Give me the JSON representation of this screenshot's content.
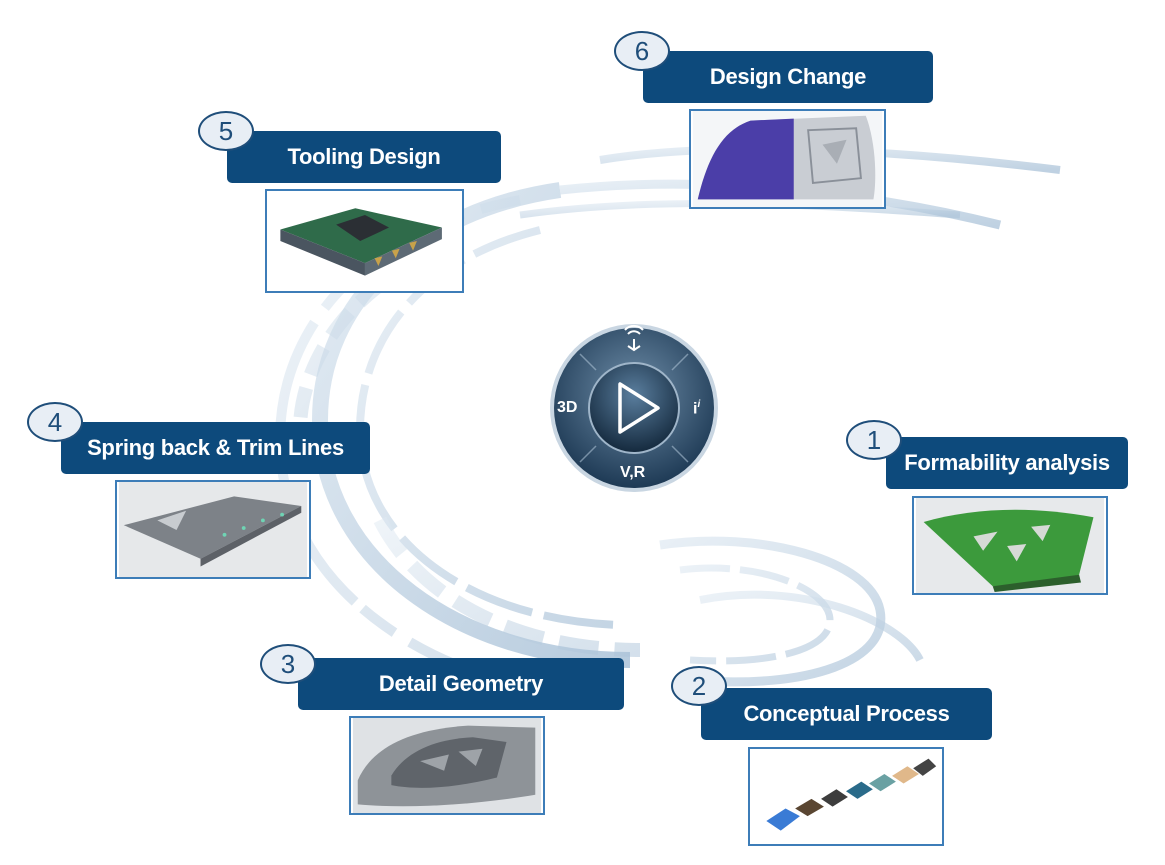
{
  "steps": [
    {
      "num": "1",
      "title": "Formability analysis"
    },
    {
      "num": "2",
      "title": "Conceptual Process"
    },
    {
      "num": "3",
      "title": "Detail Geometry"
    },
    {
      "num": "4",
      "title": "Spring back & Trim Lines"
    },
    {
      "num": "5",
      "title": "Tooling Design"
    },
    {
      "num": "6",
      "title": "Design Change"
    }
  ],
  "compass": {
    "left": "3D",
    "right": "i",
    "right_sup": "i",
    "bottom": "V,R"
  },
  "colors": {
    "title_bg": "#0d4a7c",
    "badge_border": "#1f4e7a",
    "thumb_border": "#3d7db8"
  }
}
